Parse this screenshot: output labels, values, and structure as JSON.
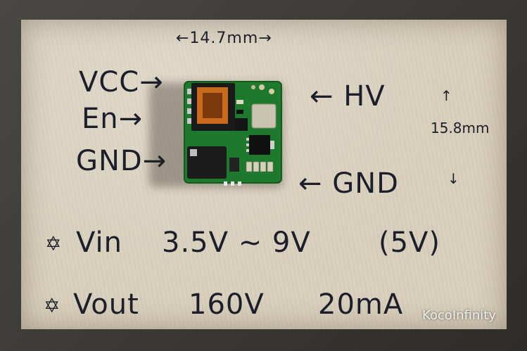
{
  "labels": {
    "width_dim": "←14.7mm→",
    "vcc": "VCC→",
    "en": "En→",
    "gnd_left": "GND→",
    "hv": "← HV",
    "gnd_right": "← GND",
    "height_top_arrow": "↑",
    "height_dim": "15.8mm",
    "height_bottom_arrow": "↓"
  },
  "specs": {
    "vin_star": "✡",
    "vin_label": "Vin",
    "vin_range": "3.5V ~ 9V",
    "vin_typ": "(5V)",
    "vout_star": "✡",
    "vout_label": "Vout",
    "vout_voltage": "160V",
    "vout_current": "20mA"
  },
  "watermark": "KocoInfinity",
  "colors": {
    "paper": "#d9d0bd",
    "ink": "#1c1f2b",
    "pcb_green": "#1d7a2c",
    "transformer_core": "#c96a1c"
  }
}
